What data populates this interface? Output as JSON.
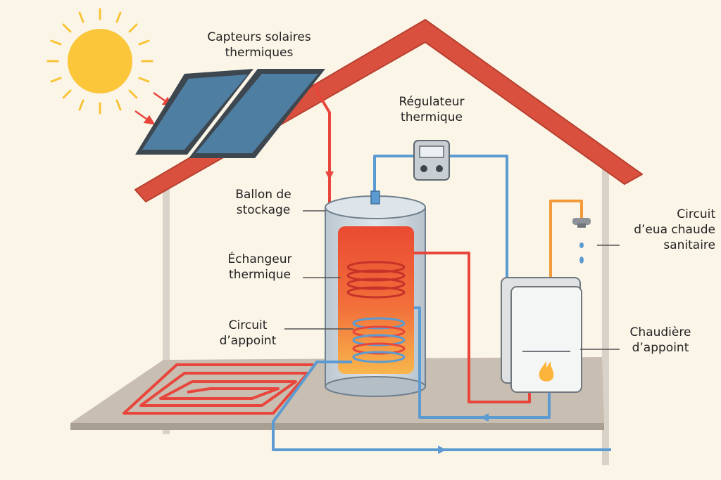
{
  "labels": {
    "solar_collectors": [
      "Capteurs solaires",
      "thermiques"
    ],
    "thermal_regulator": [
      "Régulateur",
      "thermique"
    ],
    "storage_tank": [
      "Ballon de",
      "stockage"
    ],
    "heat_exchanger": [
      "Échangeur",
      "thermique"
    ],
    "backup_circuit": [
      "Circuit",
      "d’appoint"
    ],
    "dhw_circuit": [
      "Circuit",
      "d’eua chaude",
      "sanitaire"
    ],
    "backup_boiler": [
      "Chaudière",
      "d’appoint"
    ]
  },
  "colors": {
    "background": "#fbf5e8",
    "roof": "#d9513e",
    "hot_pipe": "#e8463c",
    "cold_pipe": "#5c9bd1",
    "dhw_pipe": "#f39a3b",
    "panel": "#4f7ea3",
    "sun": "#fcc63a",
    "floor": "#c9c0b3",
    "wall": "#d8d2c8"
  },
  "icons": [
    "sun-icon",
    "faucet-icon",
    "flame-icon",
    "water-drop-icon",
    "flow-arrow-icon"
  ]
}
